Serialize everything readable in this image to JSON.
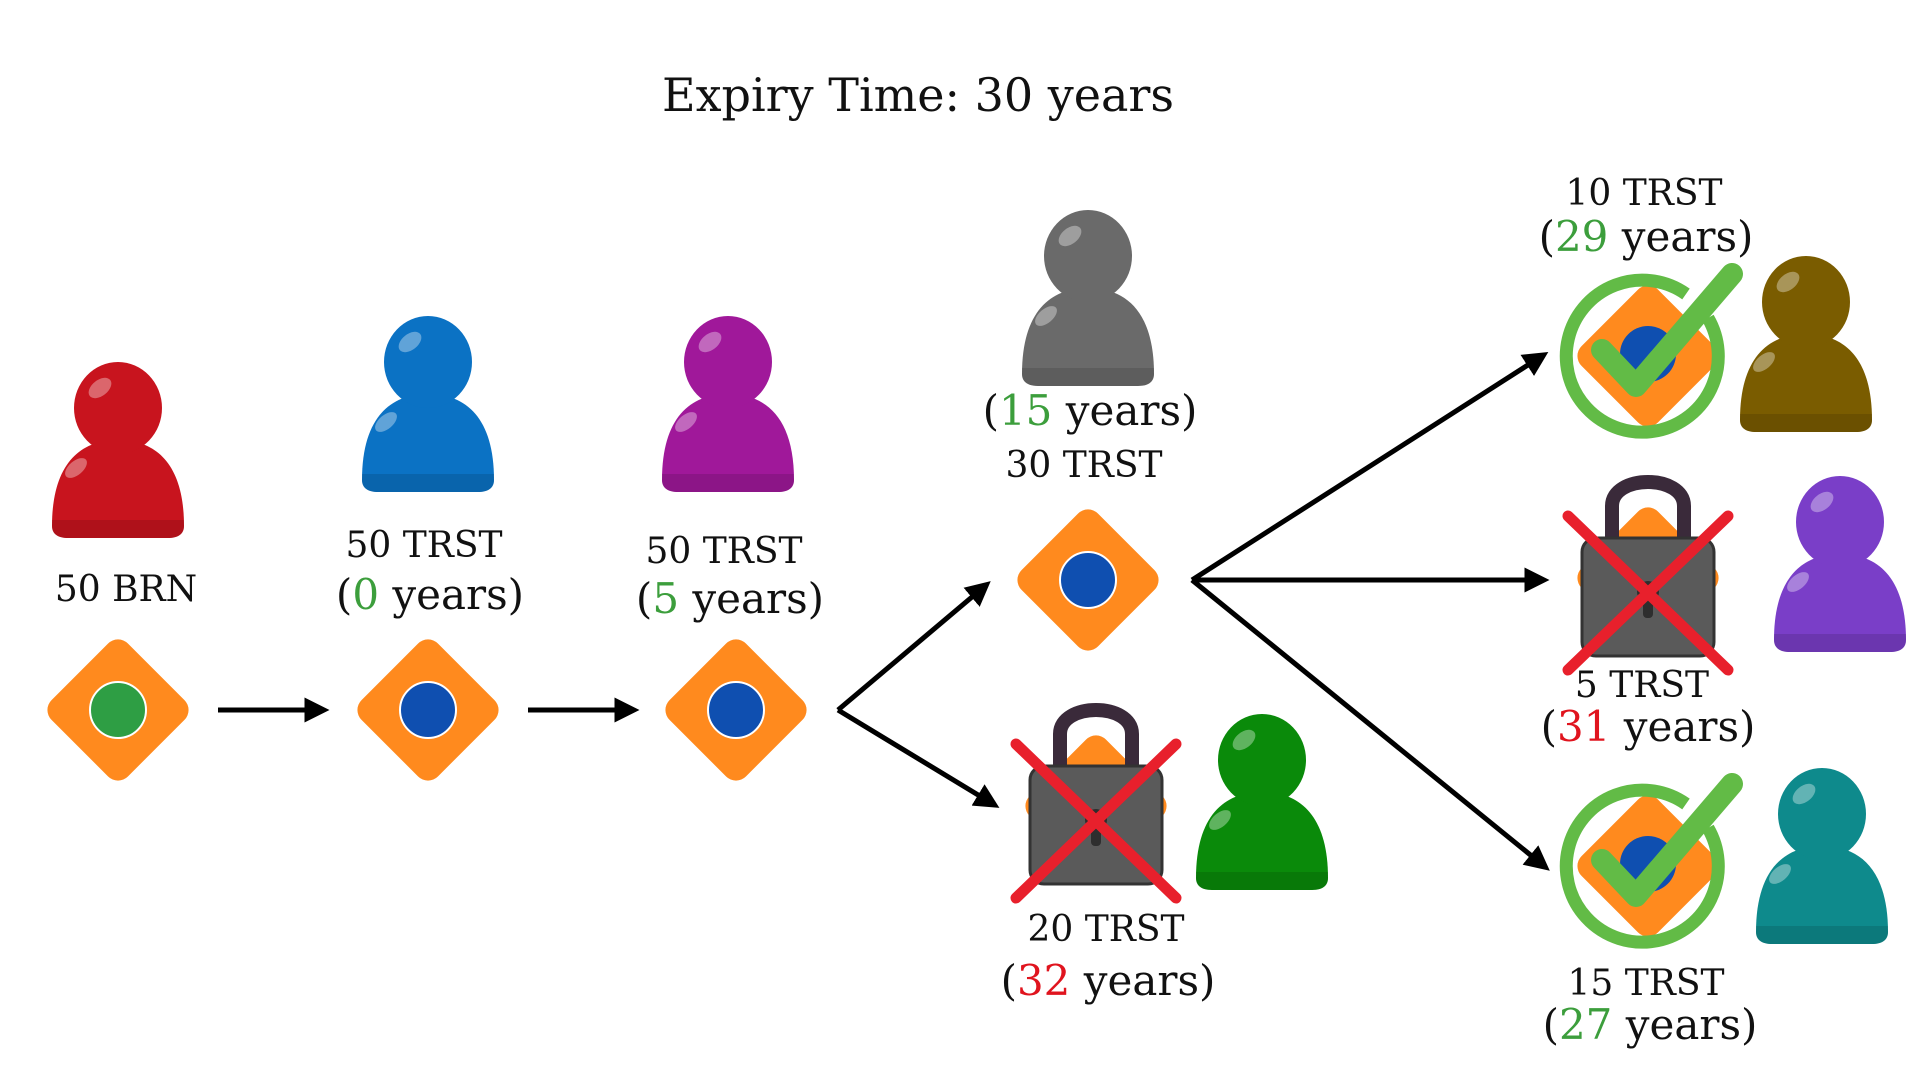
{
  "title": "Expiry Time: 30 years",
  "years_word": "years",
  "colors": {
    "token_orange": "#ff8a1e",
    "green_dot": "#2e9e44",
    "blue_dot": "#0f4fb0",
    "valid_green": "#62bb46",
    "expired_red": "#e8202c",
    "lock_gray": "#595959",
    "lock_shackle": "#3a2a3a"
  },
  "nodes": [
    {
      "id": "n1",
      "amount": "50 BRN",
      "dot": "green",
      "user_color": "#c8141e",
      "user_icon": "user-icon-red"
    },
    {
      "id": "n2",
      "amount": "50 TRST",
      "years": "0",
      "years_color": "green",
      "dot": "blue",
      "user_color": "#0b72c4",
      "user_icon": "user-icon-blue"
    },
    {
      "id": "n3",
      "amount": "50 TRST",
      "years": "5",
      "years_color": "green",
      "dot": "blue",
      "user_color": "#a0189a",
      "user_icon": "user-icon-magenta"
    },
    {
      "id": "n4",
      "amount": "30 TRST",
      "years": "15",
      "years_color": "green",
      "dot": "blue",
      "user_color": "#6a6a6a",
      "user_icon": "user-icon-gray"
    },
    {
      "id": "n5",
      "amount": "20 TRST",
      "years": "32",
      "years_color": "red",
      "status": "locked",
      "user_color": "#0a8a0a",
      "user_icon": "user-icon-green"
    },
    {
      "id": "n6",
      "amount": "10 TRST",
      "years": "29",
      "years_color": "green",
      "status": "valid",
      "user_color": "#7a5c00",
      "user_icon": "user-icon-olive"
    },
    {
      "id": "n7",
      "amount": "5 TRST",
      "years": "31",
      "years_color": "red",
      "status": "locked",
      "user_color": "#7a3ec8",
      "user_icon": "user-icon-purple"
    },
    {
      "id": "n8",
      "amount": "15 TRST",
      "years": "27",
      "years_color": "green",
      "status": "valid",
      "user_color": "#0e8a8c",
      "user_icon": "user-icon-teal"
    }
  ]
}
